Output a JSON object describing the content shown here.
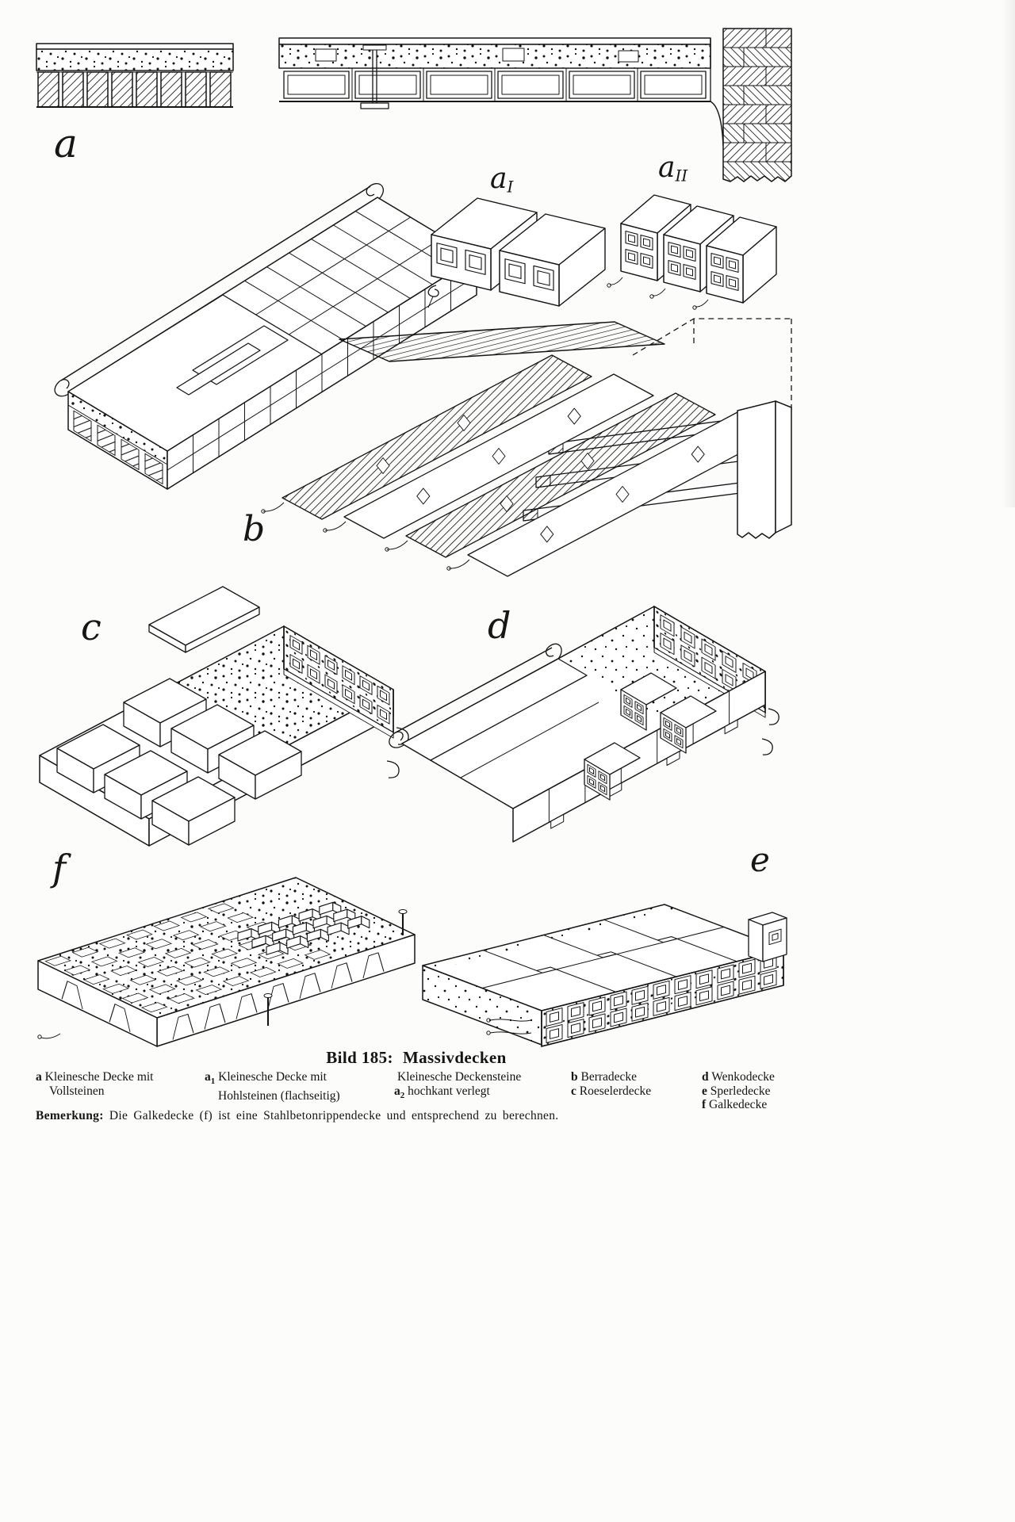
{
  "caption": {
    "prefix": "Bild 185:",
    "title": "Massivdecken"
  },
  "labels": {
    "a": {
      "base": "a",
      "sub": ""
    },
    "a1": {
      "base": "a",
      "sub": "I"
    },
    "a2": {
      "base": "a",
      "sub": "II"
    },
    "b": {
      "base": "b",
      "sub": ""
    },
    "c": {
      "base": "c",
      "sub": ""
    },
    "d": {
      "base": "d",
      "sub": ""
    },
    "e": {
      "base": "e",
      "sub": ""
    },
    "f": {
      "base": "f",
      "sub": ""
    }
  },
  "legend": {
    "col1": {
      "key": "a",
      "line1": "Kleinesche Decke mit",
      "line2": "Vollsteinen"
    },
    "col2": {
      "key": "a",
      "key_sub": "1",
      "line1": "Kleinesche Decke mit",
      "line2": "Hohlsteinen (flachseitig)"
    },
    "col3": {
      "line1": "Kleinesche Deckensteine",
      "key": "a",
      "key_sub": "2",
      "line2": "hochkant verlegt"
    },
    "col4": [
      {
        "key": "b",
        "text": "Berradecke"
      },
      {
        "key": "c",
        "text": "Roeselerdecke"
      }
    ],
    "col5": [
      {
        "key": "d",
        "text": "Wenkodecke"
      },
      {
        "key": "e",
        "text": "Sperledecke"
      },
      {
        "key": "f",
        "text": "Galkedecke"
      }
    ]
  },
  "remark": {
    "label": "Bemerkung:",
    "text": "Die Galkedecke (f) ist eine Stahlbetonrippendecke und entsprechend zu berechnen."
  }
}
